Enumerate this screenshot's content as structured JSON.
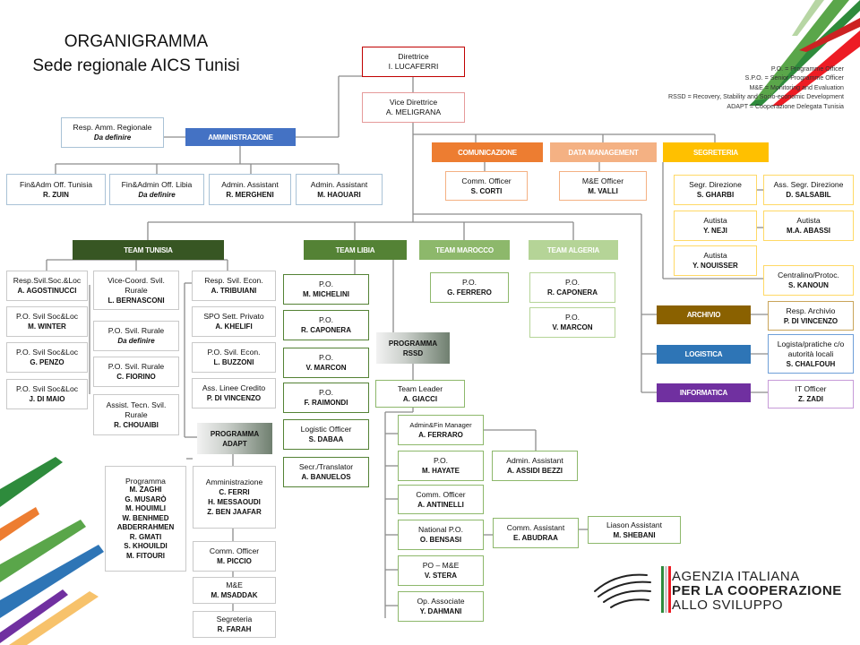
{
  "title": {
    "line1": "ORGANIGRAMMA",
    "line2": "Sede regionale AICS Tunisi"
  },
  "legend": [
    "P.O. = Programme Officer",
    "S.P.O. = Senior Programme Officer",
    "M&E = Monitoring and Evaluation",
    "RSSD = Recovery, Stability and Socio-economic Development",
    "ADAPT = Cooperazione Delegata Tunisia"
  ],
  "logo": {
    "line1": "AGENZIA ITALIANA",
    "line2": "PER LA COOPERAZIONE",
    "line3": "ALLO SVILUPPO"
  },
  "colors": {
    "admin_blue": "#4472c4",
    "team_dark_green": "#375623",
    "team_green": "#548235",
    "team_light_green": "#8db86b",
    "team_pale_green": "#b5d497",
    "comm_orange": "#ed7d31",
    "data_orange": "#f4b183",
    "segr_yellow": "#ffc000",
    "archivio_brown": "#8a6100",
    "logistica_blue": "#2e75b6",
    "informatica_purple": "#7030a0"
  },
  "boxes": {
    "direttrice": {
      "role": "Direttrice",
      "name": "I. LUCAFERRI"
    },
    "vice": {
      "role": "Vice Direttrice",
      "name": "A. MELIGRANA"
    },
    "resp_amm": {
      "role": "Resp. Amm. Regionale",
      "name": "Da definire"
    },
    "fin_tun": {
      "role": "Fin&Adm Off. Tunisia",
      "name": "R. ZUIN"
    },
    "fin_lib": {
      "role": "Fin&Admin Off. Libia",
      "name": "Da definire"
    },
    "adm_ass1": {
      "role": "Admin. Assistant",
      "name": "R. MERGHENI"
    },
    "adm_ass2": {
      "role": "Admin. Assistant",
      "name": "M. HAOUARI"
    },
    "comm_off": {
      "role": "Comm. Officer",
      "name": "S. CORTI"
    },
    "me_off": {
      "role": "M&E Officer",
      "name": "M. VALLI"
    },
    "segr_dir": {
      "role": "Segr. Direzione",
      "name": "S. GHARBI"
    },
    "ass_segr": {
      "role": "Ass. Segr. Direzione",
      "name": "D. SALSABIL"
    },
    "autista1": {
      "role": "Autista",
      "name": "Y. NEJI"
    },
    "autista2": {
      "role": "Autista",
      "name": "M.A. ABASSI"
    },
    "autista3": {
      "role": "Autista",
      "name": "Y. NOUISSER"
    },
    "centralino": {
      "role": "Centralino/Protoc.",
      "name": "S. KANOUN"
    },
    "resp_archivio": {
      "role": "Resp. Archivio",
      "name": "P. DI VINCENZO"
    },
    "logista": {
      "role": "Logista/pratiche c/o autorità locali",
      "name": "S. CHALFOUH"
    },
    "it_off": {
      "role": "IT Officer",
      "name": "Z. ZADI"
    },
    "t_resp_svil": {
      "role": "Resp.Svil.Soc.&Loc",
      "name": "A. AGOSTINUCCI"
    },
    "t_po1": {
      "role": "P.O. Svil Soc&Loc",
      "name": "M. WINTER"
    },
    "t_po2": {
      "role": "P.O. Svil Soc&Loc",
      "name": "G. PENZO"
    },
    "t_po3": {
      "role": "P.O. Svil Soc&Loc",
      "name": "J. DI MAIO"
    },
    "t_vice": {
      "role": "Vice-Coord. Svil. Rurale",
      "name": "L. BERNASCONI"
    },
    "t_rur1": {
      "role": "P.O. Svil. Rurale",
      "name": "Da definire"
    },
    "t_rur2": {
      "role": "P.O. Svil. Rurale",
      "name": "C. FIORINO"
    },
    "t_assist": {
      "role": "Assist. Tecn. Svil. Rurale",
      "name": "R. CHOUAIBI"
    },
    "t_econ": {
      "role": "Resp. Svil. Econ.",
      "name": "A. TRIBUIANI"
    },
    "t_spo": {
      "role": "SPO Sett. Privato",
      "name": "A. KHELIFI"
    },
    "t_po_econ": {
      "role": "P.O. Svil. Econ.",
      "name": "L. BUZZONI"
    },
    "t_ass_linee": {
      "role": "Ass. Linee Credito",
      "name": "P. DI VINCENZO"
    },
    "l_po1": {
      "role": "P.O.",
      "name": "M. MICHELINI"
    },
    "l_po2": {
      "role": "P.O.",
      "name": "R. CAPONERA"
    },
    "l_po3": {
      "role": "P.O.",
      "name": "V. MARCON"
    },
    "l_po4": {
      "role": "P.O.",
      "name": "F. RAIMONDI"
    },
    "l_logistic": {
      "role": "Logistic Officer",
      "name": "S. DABAA"
    },
    "l_secr": {
      "role": "Secr./Translator",
      "name": "A. BANUELOS"
    },
    "m_po": {
      "role": "P.O.",
      "name": "G. FERRERO"
    },
    "a_po1": {
      "role": "P.O.",
      "name": "R. CAPONERA"
    },
    "a_po2": {
      "role": "P.O.",
      "name": "V. MARCON"
    },
    "r_leader": {
      "role": "Team Leader",
      "name": "A. GIACCI"
    },
    "r_adminfin": {
      "role": "Admin&Fin Manager",
      "name": "A. FERRARO"
    },
    "r_adm_ass": {
      "role": "Admin. Assistant",
      "name": "A. ASSIDI BEZZI"
    },
    "r_po": {
      "role": "P.O.",
      "name": "M. HAYATE"
    },
    "r_comm": {
      "role": "Comm. Officer",
      "name": "A. ANTINELLI"
    },
    "r_npo": {
      "role": "National P.O.",
      "name": "O. BENSASI"
    },
    "r_comm_ass": {
      "role": "Comm. Assistant",
      "name": "E. ABUDRAA"
    },
    "r_liason": {
      "role": "Liason Assistant",
      "name": "M. SHEBANI"
    },
    "r_pome": {
      "role": "PO – M&E",
      "name": "V. STERA"
    },
    "r_op": {
      "role": "Op. Associate",
      "name": "Y. DAHMANI"
    },
    "ad_amm": {
      "role": "Amministrazione",
      "name": "C. FERRI",
      "name2": "H. MESSAOUDI",
      "name3": "Z. BEN JAAFAR"
    },
    "ad_comm": {
      "role": "Comm. Officer",
      "name": "M. PICCIO"
    },
    "ad_me": {
      "role": "M&E",
      "name": "M. MSADDAK"
    },
    "ad_segr": {
      "role": "Segreteria",
      "name": "R. FARAH"
    }
  },
  "programma_list": {
    "role": "Programma",
    "names": [
      "M. ZAGHI",
      "G. MUSARÒ",
      "M. HOUIMLI",
      "W. BENHMED",
      "ABDERRAHMEN",
      "R. GMATI",
      "S. KHOUILDI",
      "M. FITOURI"
    ]
  },
  "bars": {
    "amministrazione": "AMMINISTRAZIONE",
    "comunicazione": "COMUNICAZIONE",
    "data_management": "DATA MANAGEMENT",
    "segreteria": "SEGRETERIA",
    "team_tunisia": "TEAM TUNISIA",
    "team_libia": "TEAM LIBIA",
    "team_marocco": "TEAM MAROCCO",
    "team_algeria": "TEAM ALGERIA",
    "archivio": "ARCHIVIO",
    "logistica": "LOGISTICA",
    "informatica": "INFORMATICA",
    "programma_rssd_1": "PROGRAMMA",
    "programma_rssd_2": "RSSD",
    "programma_adapt_1": "PROGRAMMA",
    "programma_adapt_2": "ADAPT"
  }
}
